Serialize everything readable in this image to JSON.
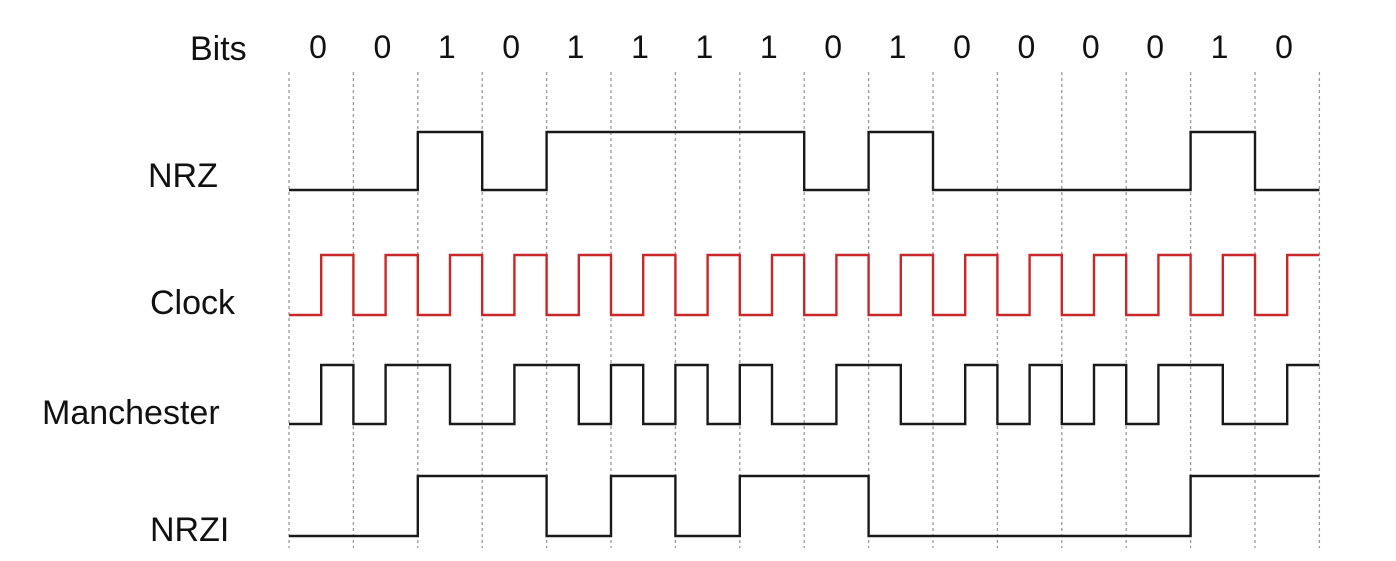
{
  "bits_label": "Bits",
  "bits": [
    0,
    0,
    1,
    0,
    1,
    1,
    1,
    1,
    0,
    1,
    0,
    0,
    0,
    0,
    1,
    0
  ],
  "signals": [
    {
      "key": "nrz",
      "label": "NRZ",
      "color": "#1a1a1a",
      "levels": [
        0,
        0,
        0,
        0,
        1,
        1,
        0,
        0,
        1,
        1,
        1,
        1,
        1,
        1,
        1,
        1,
        0,
        0,
        1,
        1,
        0,
        0,
        0,
        0,
        0,
        0,
        0,
        0,
        1,
        1,
        0,
        0
      ]
    },
    {
      "key": "clock",
      "label": "Clock",
      "color": "#c8282a",
      "levels": [
        0,
        1,
        0,
        1,
        0,
        1,
        0,
        1,
        0,
        1,
        0,
        1,
        0,
        1,
        0,
        1,
        0,
        1,
        0,
        1,
        0,
        1,
        0,
        1,
        0,
        1,
        0,
        1,
        0,
        1,
        0,
        1
      ]
    },
    {
      "key": "manchester",
      "label": "Manchester",
      "color": "#1a1a1a",
      "levels": [
        0,
        1,
        0,
        1,
        1,
        0,
        0,
        1,
        1,
        0,
        1,
        0,
        1,
        0,
        1,
        0,
        0,
        1,
        1,
        0,
        0,
        1,
        0,
        1,
        0,
        1,
        0,
        1,
        1,
        0,
        0,
        1
      ]
    },
    {
      "key": "nrzi",
      "label": "NRZI",
      "color": "#1a1a1a",
      "levels": [
        0,
        0,
        0,
        0,
        1,
        1,
        1,
        1,
        0,
        0,
        1,
        1,
        0,
        0,
        1,
        1,
        1,
        1,
        0,
        0,
        0,
        0,
        0,
        0,
        0,
        0,
        0,
        0,
        1,
        1,
        1,
        1
      ]
    }
  ]
}
